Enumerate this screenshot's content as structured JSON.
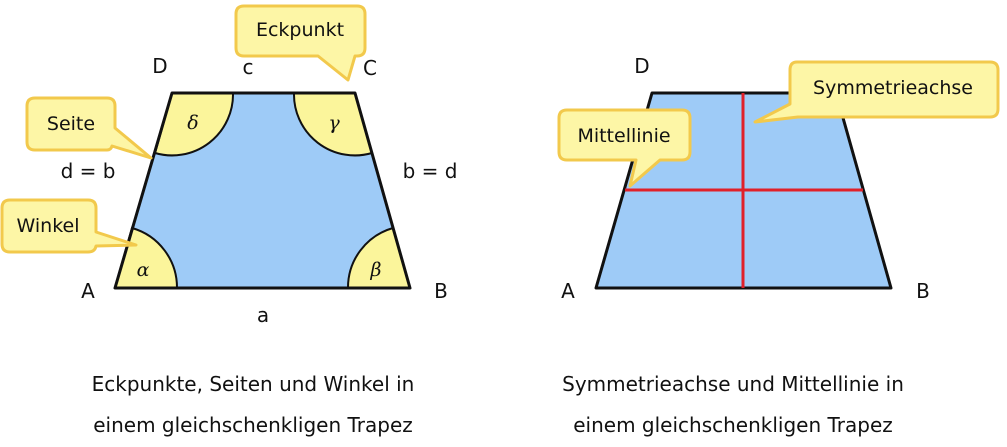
{
  "left": {
    "vertices": {
      "A": "A",
      "B": "B",
      "C": "C",
      "D": "D"
    },
    "sides": {
      "a": "a",
      "c": "c",
      "left": "d = b",
      "right": "b = d"
    },
    "angles": {
      "alpha": "α",
      "beta": "β",
      "gamma": "γ",
      "delta": "δ"
    },
    "bubbles": {
      "corner": "Eckpunkt",
      "side": "Seite",
      "angle": "Winkel"
    },
    "caption": {
      "line1": "Eckpunkte, Seiten und Winkel in",
      "line2": "einem gleichschenkligen Trapez"
    }
  },
  "right": {
    "vertices": {
      "A": "A",
      "B": "B",
      "D": "D"
    },
    "bubbles": {
      "axis": "Symmetrieachse",
      "midline": "Mittellinie"
    },
    "caption": {
      "line1": "Symmetrieachse und Mittellinie in",
      "line2": "einem gleichschenkligen Trapez"
    }
  },
  "colors": {
    "fill": "#9ecbf7",
    "angle_fill": "#fbf59b",
    "bubble_fill": "#fdf6a6",
    "bubble_stroke": "#f2c94c",
    "axis_line": "#e0202a",
    "stroke": "#111111"
  }
}
